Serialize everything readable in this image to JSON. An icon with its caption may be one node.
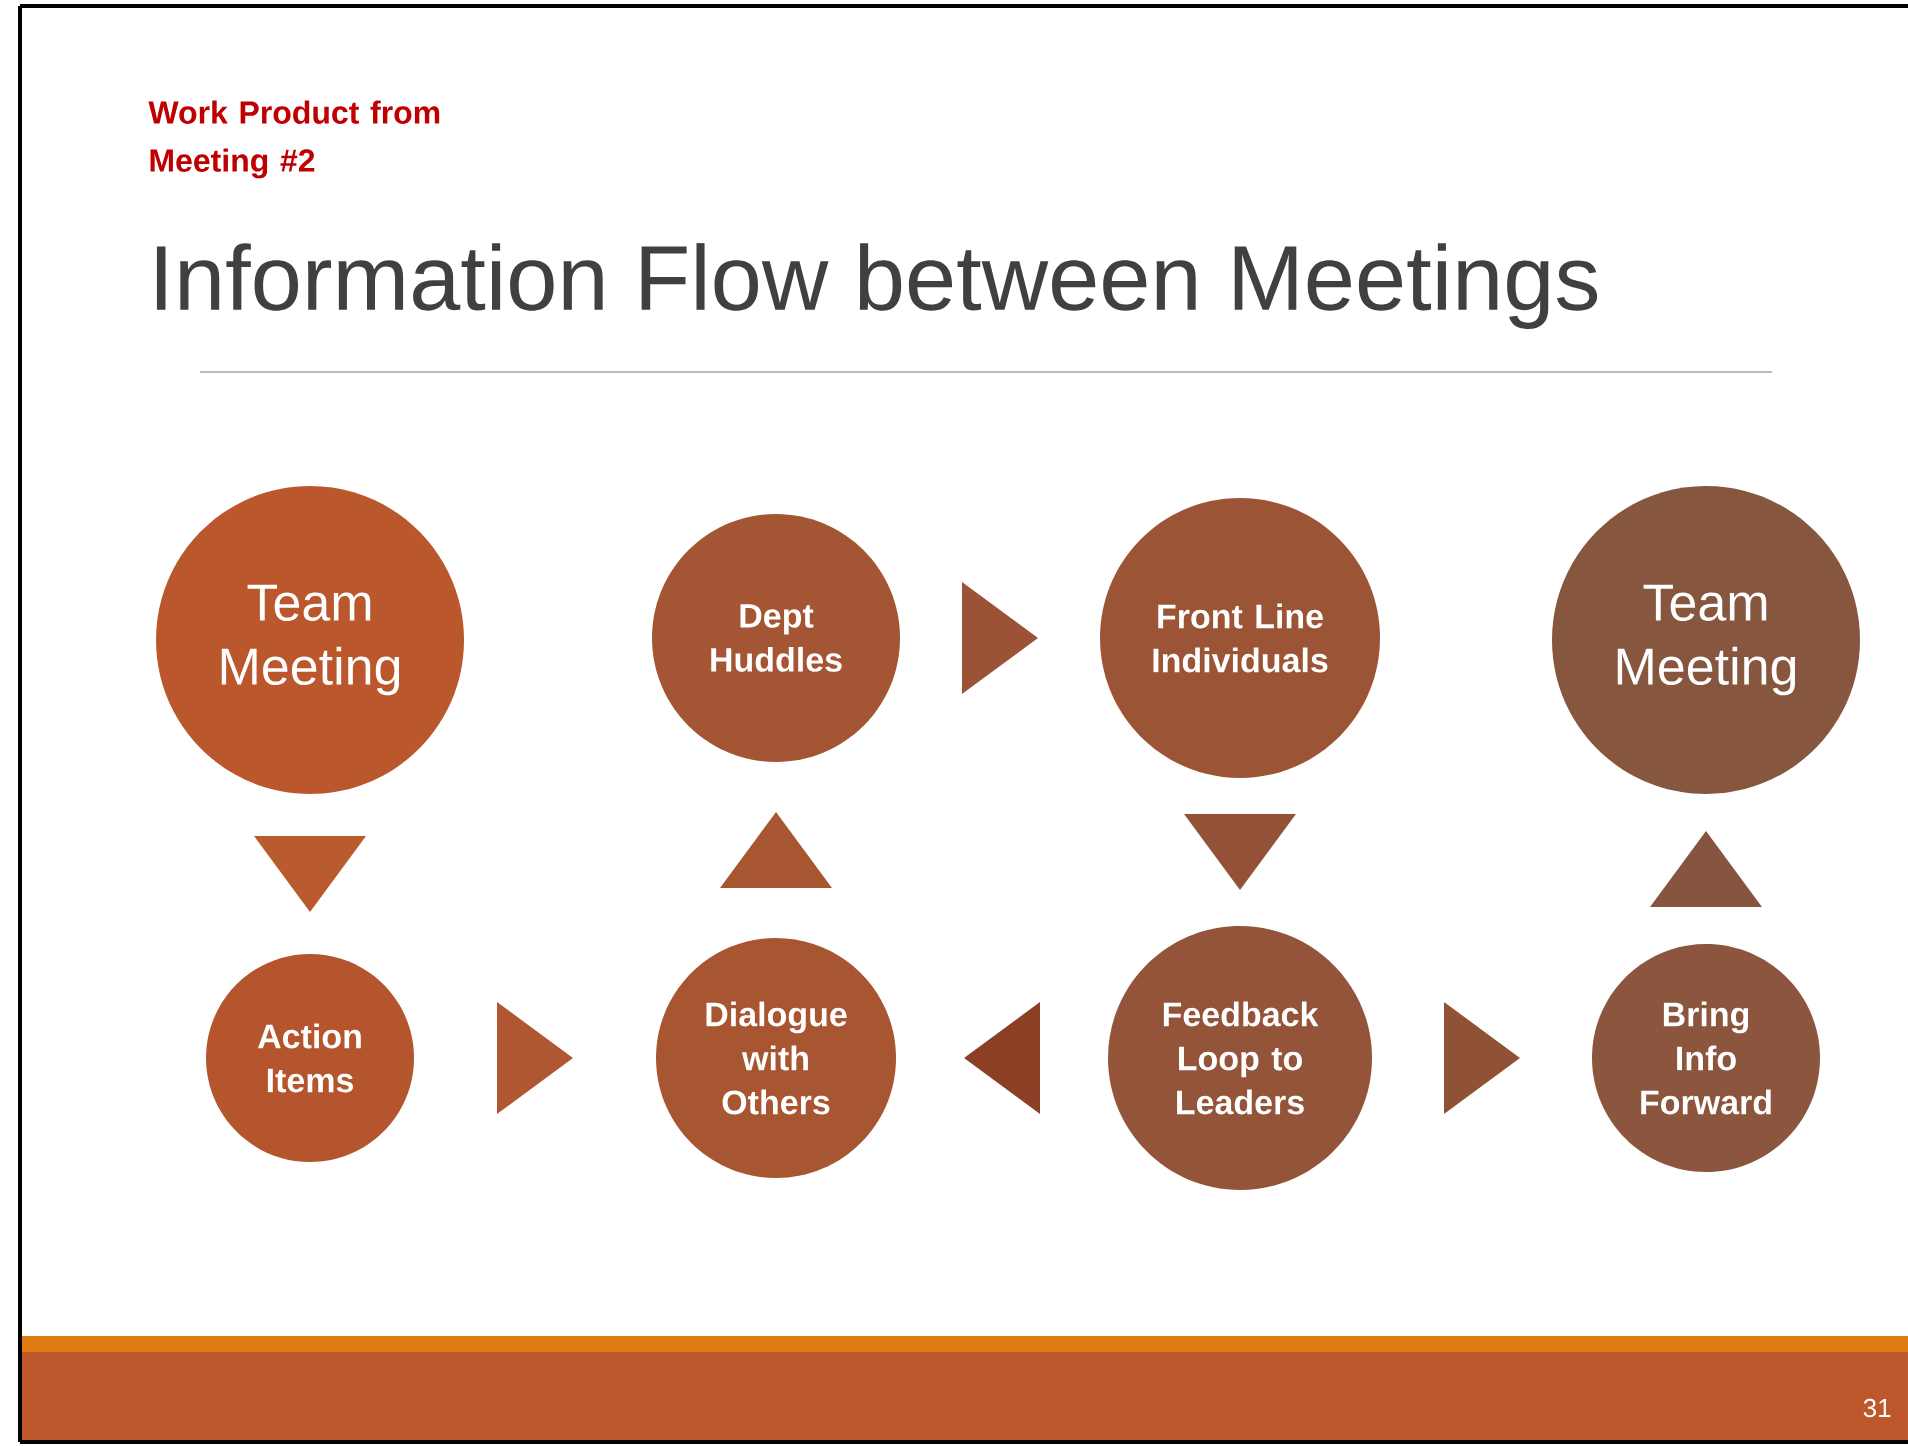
{
  "diagram": {
    "title": "Information Flow between Meetings",
    "nodes": [
      {
        "text": [
          "Team Meeting"
        ]
      },
      {
        "text": [
          "Action Items"
        ]
      },
      {
        "text": [
          "Dialogue with Others"
        ]
      },
      {
        "text": [
          "Dept Huddles"
        ]
      },
      {
        "text": [
          "Front Line Individuals"
        ]
      },
      {
        "text": [
          "Feedback Loop to Leaders"
        ]
      },
      {
        "text": [
          "Bring Info Forward"
        ]
      },
      {
        "text": [
          "Team Meeting"
        ]
      }
    ],
    "edges": [
      {
        "from": 0,
        "to": 1,
        "arrow": "to"
      },
      {
        "from": 1,
        "to": 2,
        "arrow": "to"
      },
      {
        "from": 2,
        "to": 3,
        "arrow": "to"
      },
      {
        "from": 3,
        "to": 4,
        "arrow": "to"
      },
      {
        "from": 4,
        "to": 5,
        "arrow": "to"
      },
      {
        "from": 5,
        "to": 2,
        "arrow": "to",
        "color": "#8b3f25"
      },
      {
        "from": 5,
        "to": 6,
        "arrow": "to"
      },
      {
        "from": 6,
        "to": 7,
        "arrow": "to"
      }
    ],
    "labels": [
      "Work Product from Meeting #2",
      "31"
    ]
  }
}
